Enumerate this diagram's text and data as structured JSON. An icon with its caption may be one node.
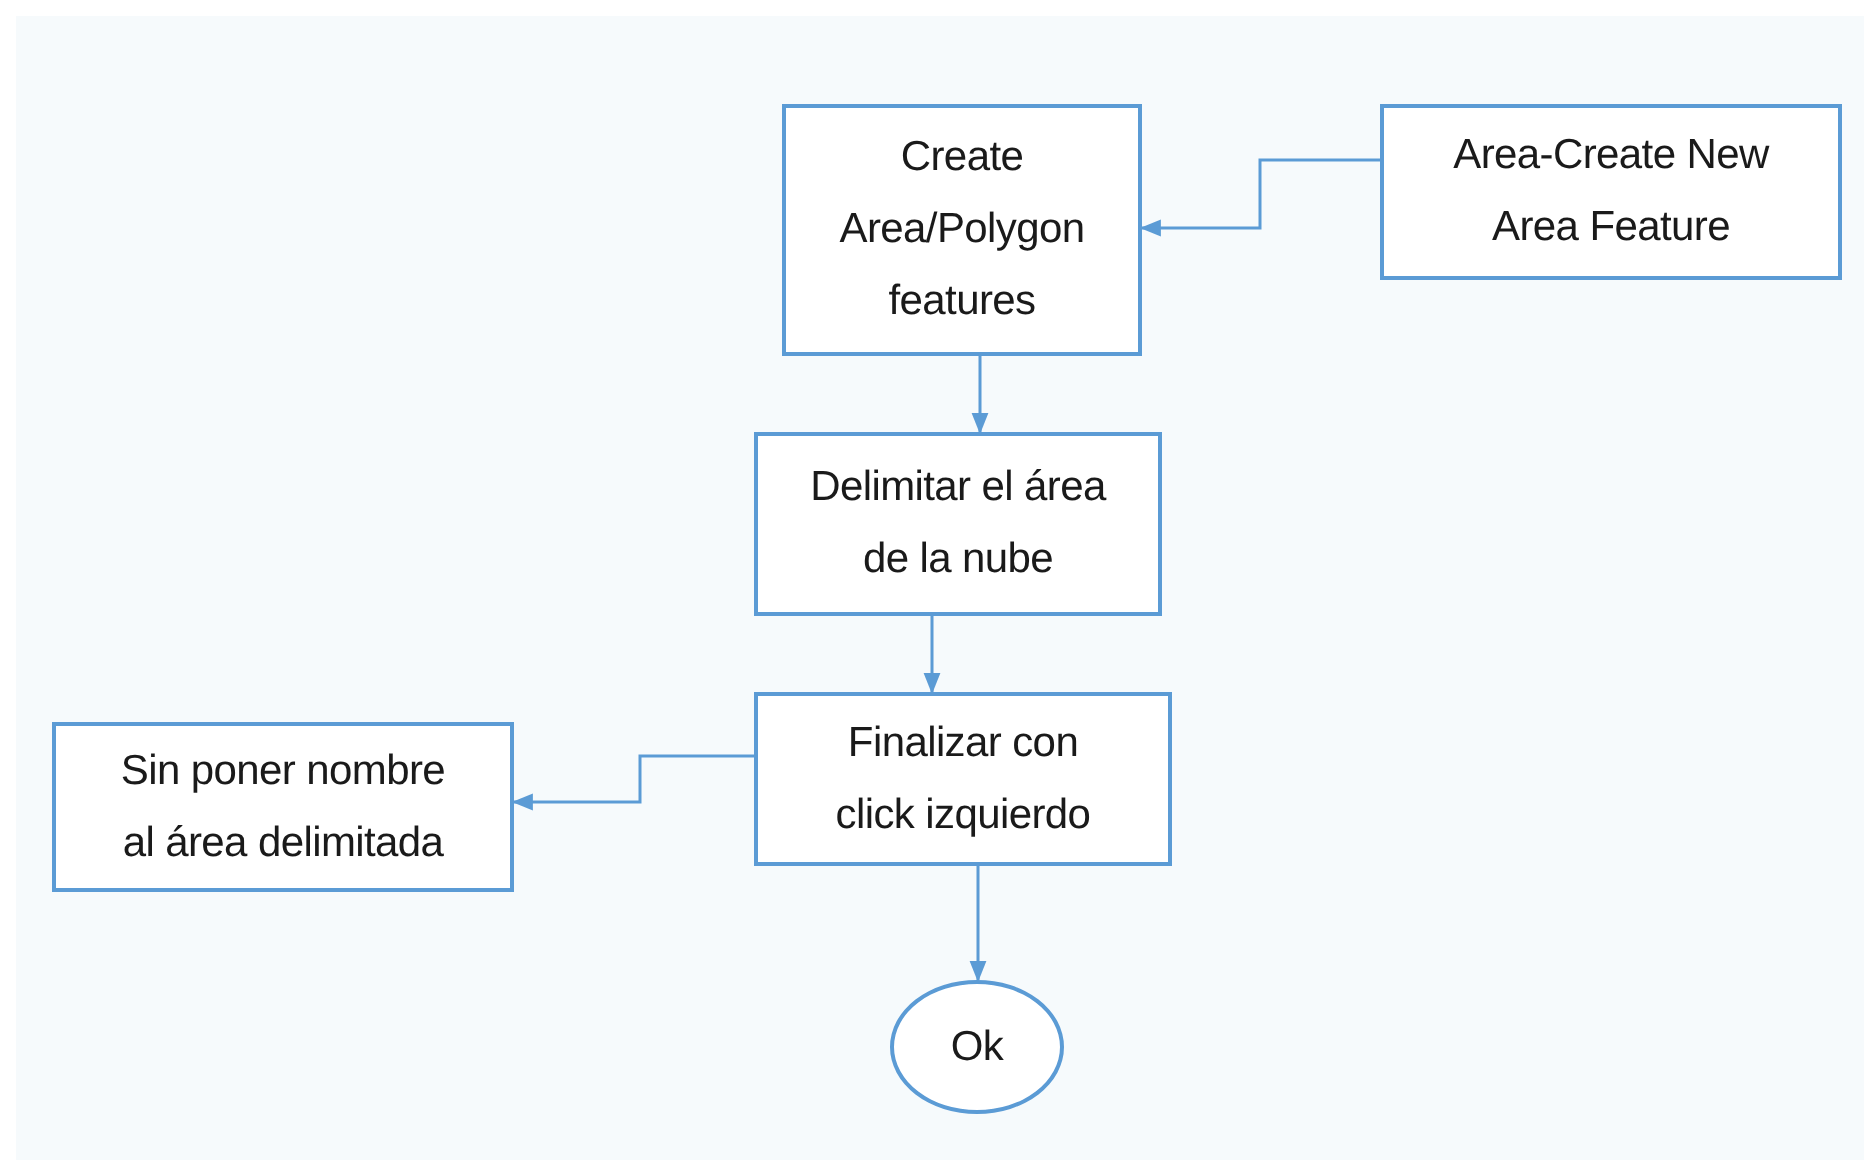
{
  "diagram": {
    "nodes": [
      {
        "text": [
          "Create Area/Polygon features"
        ]
      },
      {
        "text": [
          "Area-Create New Area Feature"
        ]
      },
      {
        "text": [
          "Delimitar el área de la nube"
        ]
      },
      {
        "text": [
          "Finalizar con click izquierdo"
        ]
      },
      {
        "text": [
          "Sin poner nombre al área delimitada"
        ]
      },
      {
        "text": [
          "Ok"
        ]
      }
    ],
    "edges": [
      {
        "from": 1,
        "to": 0,
        "arrow": "to"
      },
      {
        "from": 0,
        "to": 2,
        "arrow": "to"
      },
      {
        "from": 2,
        "to": 3,
        "arrow": "to"
      },
      {
        "from": 3,
        "to": 4,
        "arrow": "to"
      },
      {
        "from": 3,
        "to": 5,
        "arrow": "to"
      }
    ]
  }
}
